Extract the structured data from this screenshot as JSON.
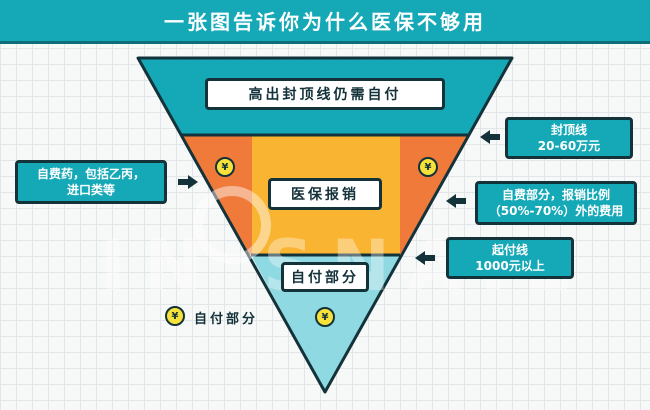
{
  "header": {
    "title": "一张图告诉你为什么医保不够用"
  },
  "pyramid": {
    "top_label": "高出封顶线仍需自付",
    "middle_label": "医保报销",
    "bottom_label": "自付部分"
  },
  "callouts": {
    "cap_line": {
      "line1": "封顶线",
      "line2": "20-60万元"
    },
    "self_paid_drugs": {
      "line1": "自费药，包括乙丙，",
      "line2": "进口类等"
    },
    "reimbursement_ratio": {
      "line1": "自费部分，报销比例",
      "line2": "（50%-70%）外的费用"
    },
    "deductible": {
      "line1": "起付线",
      "line2": "1000元以上"
    }
  },
  "legend": {
    "label": "自付部分",
    "coin_symbol": "¥"
  },
  "watermark": "IN SNAIL",
  "colors": {
    "teal": "#15a8b6",
    "light_teal": "#8fd9e2",
    "orange": "#f07a3a",
    "yellow": "#f9b432",
    "outline": "#14323a",
    "coin": "#f6e23a"
  }
}
